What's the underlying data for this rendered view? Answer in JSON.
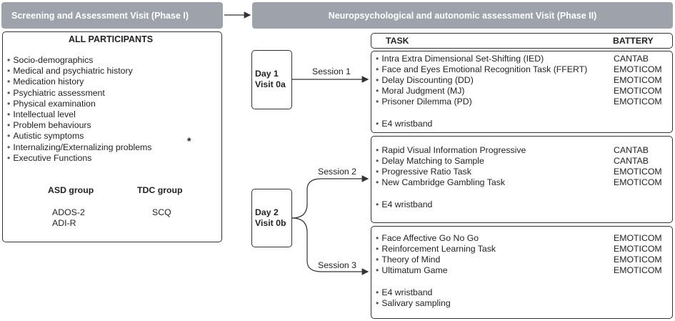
{
  "phase1": {
    "title": "Screening and Assessment Visit  (Phase I)",
    "header": "ALL  PARTICIPANTS",
    "items": [
      "Socio-demographics",
      "Medical and psychiatric history",
      "Medication history",
      "Psychiatric assessment",
      "Physical examination",
      "Intellectual level",
      "Problem behaviours",
      "Autistic symptoms",
      "Internalizing/Externalizing problems",
      "Executive Functions"
    ],
    "asterisk": "*",
    "asd_group": {
      "label": "ASD group",
      "items": [
        "ADOS-2",
        "ADI-R"
      ]
    },
    "tdc_group": {
      "label": "TDC group",
      "items": [
        "SCQ"
      ]
    }
  },
  "phase2": {
    "title": "Neuropsychological and autonomic assessment Visit (Phase II)",
    "task_header": "TASK",
    "battery_header": "BATTERY",
    "day1": {
      "line1": "Day 1",
      "line2": "Visit 0a"
    },
    "day2": {
      "line1": "Day 2",
      "line2": "Visit 0b"
    },
    "session1": {
      "label": "Session 1",
      "tasks": [
        {
          "task": "Intra Extra Dimensional Set-Shifting (IED)",
          "battery": "CANTAB"
        },
        {
          "task": "Face and Eyes Emotional Recognition Task (FFERT)",
          "battery": "EMOTICOM"
        },
        {
          "task": "Delay Discounting (DD)",
          "battery": "EMOTICOM"
        },
        {
          "task": "Moral Judgment (MJ)",
          "battery": "EMOTICOM"
        },
        {
          "task": "Prisoner Dilemma (PD)",
          "battery": "EMOTICOM"
        }
      ],
      "extras": [
        "E4 wristband"
      ]
    },
    "session2": {
      "label": "Session 2",
      "tasks": [
        {
          "task": "Rapid Visual Information Progressive",
          "battery": "CANTAB"
        },
        {
          "task": "Delay Matching to Sample",
          "battery": "CANTAB"
        },
        {
          "task": "Progressive Ratio Task",
          "battery": "EMOTICOM"
        },
        {
          "task": "New Cambridge Gambling Task",
          "battery": "EMOTICOM"
        }
      ],
      "extras": [
        "E4 wristband"
      ]
    },
    "session3": {
      "label": "Session 3",
      "tasks": [
        {
          "task": "Face Affective Go No Go",
          "battery": "EMOTICOM"
        },
        {
          "task": "Reinforcement Learning Task",
          "battery": "EMOTICOM"
        },
        {
          "task": "Theory of Mind",
          "battery": "EMOTICOM"
        },
        {
          "task": "Ultimatum Game",
          "battery": "EMOTICOM"
        }
      ],
      "extras": [
        "E4 wristband",
        "Salivary sampling"
      ]
    }
  }
}
